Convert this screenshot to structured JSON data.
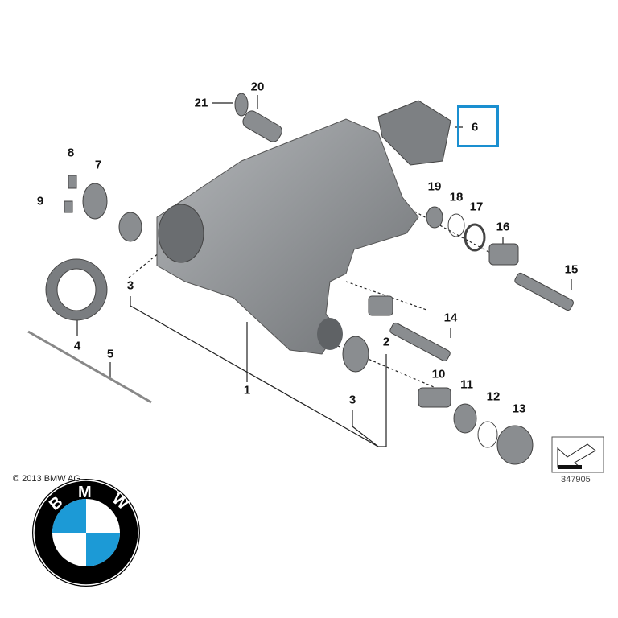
{
  "diagram": {
    "callouts": [
      "20",
      "21",
      "6",
      "8",
      "7",
      "9",
      "19",
      "18",
      "17",
      "16",
      "15",
      "3",
      "4",
      "5",
      "14",
      "2",
      "1",
      "10",
      "11",
      "12",
      "13",
      "3"
    ],
    "highlighted_part": "6",
    "copyright": "© 2013 BMW AG",
    "reference_number": "347905",
    "highlight_color": "#1a8fd0",
    "part_color": "#8a8d90"
  },
  "logo": {
    "letters": "BMW",
    "colors": [
      "#000000",
      "#1c9ad6",
      "#ffffff"
    ]
  }
}
